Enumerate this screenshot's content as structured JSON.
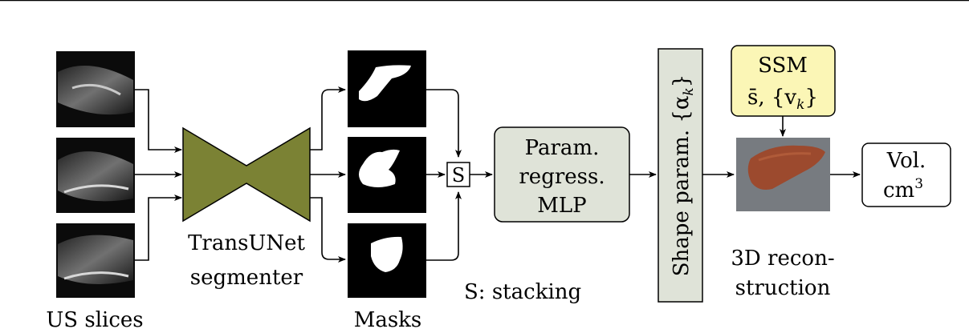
{
  "diagram": {
    "us_slices_label": "US slices",
    "segmenter_label_line1": "TransUNet",
    "segmenter_label_line2": "segmenter",
    "masks_label": "Masks",
    "stack_symbol": "S",
    "stacking_note": "S: stacking",
    "mlp_line1": "Param.",
    "mlp_line2": "regress.",
    "mlp_line3": "MLP",
    "shape_param_label": "Shape param. {α",
    "shape_param_sub": "k",
    "shape_param_close": "}",
    "ssm_title": "SSM",
    "ssm_line2": "s̄, {v",
    "ssm_line2_sub": "k",
    "ssm_line2_close": "}",
    "recon_line1": "3D recon-",
    "recon_line2": "struction",
    "vol_line1": "Vol.",
    "vol_line2": "cm",
    "vol_line2_sup": "3"
  },
  "colors": {
    "segmenter_fill": "#7b8234",
    "mlp_fill": "#dfe3d8",
    "shape_fill": "#dfe3d8",
    "ssm_fill": "#fbf6b6",
    "liver_fill": "#9c4a2e",
    "liver_bg": "#777b80"
  }
}
